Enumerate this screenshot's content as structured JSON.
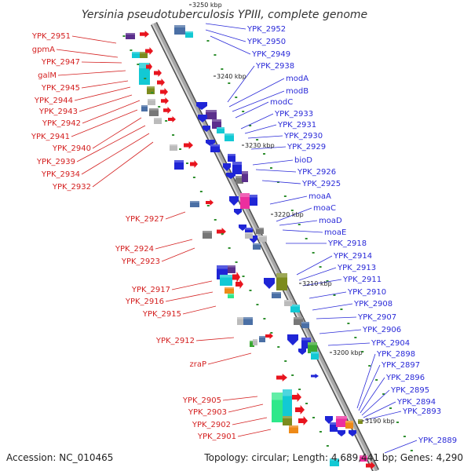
{
  "title": "Yersinia pseudotuberculosis YPIII, complete genome",
  "footer": {
    "accession": "Accession: NC_010465",
    "summary": "Topology: circular; Length: 4,689,441 bp; Genes: 4,290"
  },
  "colors": {
    "left_labels": "#d42020",
    "right_labels": "#2a2ad8",
    "backbone": "#8a8a8a",
    "feature_palette": [
      "#e8141e",
      "#1f25d6",
      "#12c9d4",
      "#5b2f8c",
      "#7c8b1e",
      "#ec2f9e",
      "#ee8a17",
      "#4a6fa5",
      "#777777",
      "#bbbbbb",
      "#2ee88a",
      "#3aa832"
    ]
  },
  "scale_marks": [
    "3250 kbp",
    "3240 kbp",
    "3230 kbp",
    "3220 kbp",
    "3210 kbp",
    "3200 kbp",
    "3190 kbp"
  ],
  "left_genes": [
    "YPK_2951",
    "gpmA",
    "YPK_2947",
    "galM",
    "YPK_2945",
    "YPK_2944",
    "YPK_2943",
    "YPK_2942",
    "YPK_2941",
    "YPK_2940",
    "YPK_2939",
    "YPK_2934",
    "YPK_2932",
    "YPK_2927",
    "YPK_2924",
    "YPK_2923",
    "YPK_2917",
    "YPK_2916",
    "YPK_2915",
    "YPK_2912",
    "zraP",
    "YPK_2905",
    "YPK_2903",
    "YPK_2902",
    "YPK_2901"
  ],
  "right_genes": [
    "YPK_2952",
    "YPK_2950",
    "YPK_2949",
    "YPK_2938",
    "modA",
    "modB",
    "modC",
    "YPK_2933",
    "YPK_2931",
    "YPK_2930",
    "YPK_2929",
    "bioD",
    "YPK_2926",
    "YPK_2925",
    "moaA",
    "moaC",
    "moaD",
    "moaE",
    "YPK_2918",
    "YPK_2914",
    "YPK_2913",
    "YPK_2911",
    "YPK_2910",
    "YPK_2908",
    "YPK_2907",
    "YPK_2906",
    "YPK_2904",
    "YPK_2898",
    "YPK_2897",
    "YPK_2896",
    "YPK_2895",
    "YPK_2894",
    "YPK_2893",
    "YPK_2889"
  ]
}
